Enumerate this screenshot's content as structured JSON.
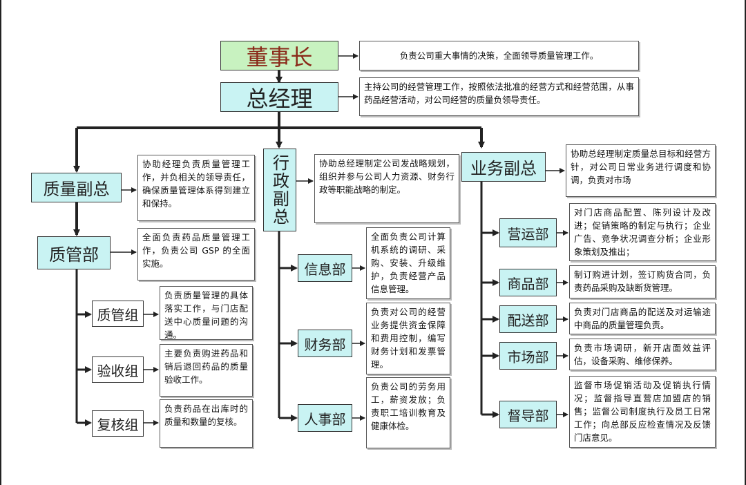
{
  "chairman": {
    "title": "董事长",
    "desc": "负责公司重大事情的决策，全面领导质量管理工作。"
  },
  "gm": {
    "title": "总经理",
    "desc": "主持公司的经营管理工作，按照依法批准的经营方式和经营范围，从事药品经营活动，对公司经营的质量负领导责任。"
  },
  "quality_vp": {
    "title": "质量副总",
    "desc": "协助经理负责质量管理工作，并负相关的领导责任，确保质量管理体系得到建立和保持。"
  },
  "admin_vp": {
    "title": "行政副总",
    "desc": "协助总经理制定公司发战略规划，组织并参与公司人力资源、财务行政等职能战略的制定。"
  },
  "business_vp": {
    "title": "业务副总",
    "desc": "协助总经理制定质量总目标和经营方针，对公司日常业务进行调度和协调，负责对市场"
  },
  "qa_dept": {
    "title": "质管部",
    "desc": "全面负责药品质量管理工作，负责公司 GSP 的全面实施。"
  },
  "qa_groups": [
    {
      "title": "质管组",
      "desc": "负责质量管理的具体落实工作，与门店配送中心质量问题的沟通。"
    },
    {
      "title": "验收组",
      "desc": "主要负责购进药品和销后退回药品的质量验收工作。"
    },
    {
      "title": "复核组",
      "desc": "负责药品在出库时的质量和数量的复核。"
    }
  ],
  "admin_depts": [
    {
      "title": "信息部",
      "desc": "全面负责公司计算机系统的调研、采购、安装、升级维护，负责经营产品信息管理。"
    },
    {
      "title": "财务部",
      "desc": "负责对公司的经营业务提供资金保障和费用控制，编写财务计划和发票管理。"
    },
    {
      "title": "人事部",
      "desc": "负责公司的劳务用工，薪资发放；负责职工培训教育及健康体检。"
    }
  ],
  "business_depts": [
    {
      "title": "营运部",
      "desc": "对门店商品配置、陈列设计及改进；促销策略的制定与执行；企业广告、竞争状况调查分析；企业形象策划及推出；"
    },
    {
      "title": "商品部",
      "desc": "制订购进计划，签订购货合同，负责药品采购及缺断货管理。"
    },
    {
      "title": "配送部",
      "desc": "负责对门店商品的配送及对运输途中商品的质量管理负责。"
    },
    {
      "title": "市场部",
      "desc": "负责市场调研，新开店面效益评估，设备采购、维修保养。"
    },
    {
      "title": "督导部",
      "desc": "监督市场促销活动及促销执行情况；监督指导直营店加盟店的销售；监督公司制度执行及员工日常工作；向总部反应检查情况及反馈门店意见。"
    }
  ],
  "colors": {
    "role_cyan": "#c9f3f3",
    "chairman_green": "#c8f2c0",
    "line": "#222222"
  }
}
